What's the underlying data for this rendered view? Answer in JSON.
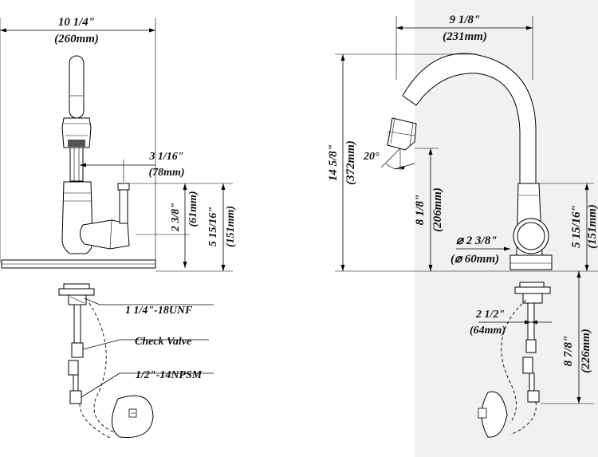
{
  "front_view": {
    "width_in": "10 1/4\"",
    "width_mm": "(260mm)",
    "handle_reach_in": "3 1/16\"",
    "handle_reach_mm": "(78mm)",
    "handle_height_in": "2 3/8\"",
    "handle_height_mm": "(61mm)",
    "body_height_in": "5 15/16\"",
    "body_height_mm": "(151mm)",
    "callout_thread": "1 1/4\"-18UNF",
    "callout_check_valve": "Check Valve",
    "callout_npsm": "1/2\"-14NPSM"
  },
  "side_view": {
    "reach_in": "9 1/8\"",
    "reach_mm": "(231mm)",
    "total_height_in": "14 5/8\"",
    "total_height_mm": "(372mm)",
    "spray_angle": "20°",
    "spout_clearance_in": "8 1/8\"",
    "spout_clearance_mm": "(206mm)",
    "base_diameter_in": "⌀ 2 3/8\"",
    "base_diameter_mm": "(⌀ 60mm)",
    "body_height_in": "5 15/16\"",
    "body_height_mm": "(151mm)",
    "shank_offset_in": "2 1/2\"",
    "shank_offset_mm": "(64mm)",
    "under_deck_in": "8 7/8\"",
    "under_deck_mm": "(226mm)"
  }
}
